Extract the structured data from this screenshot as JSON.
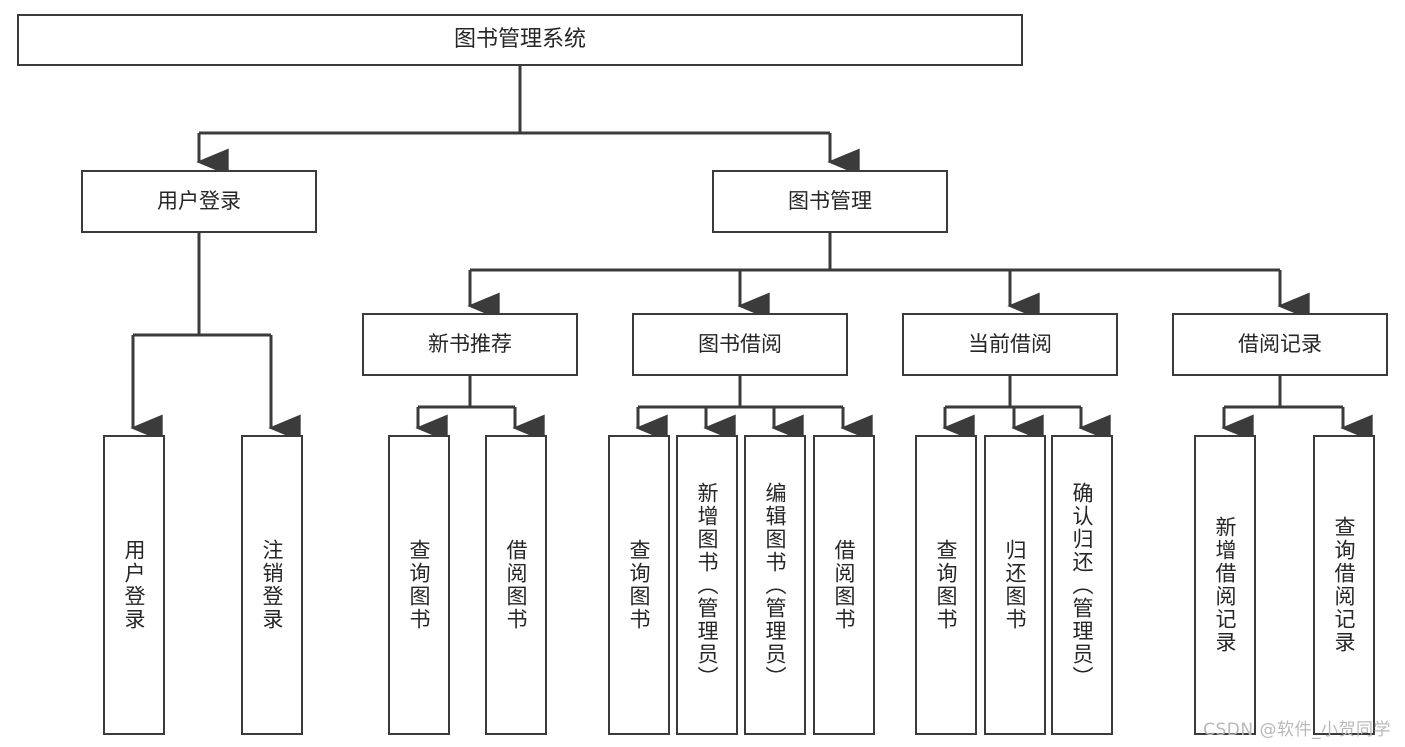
{
  "diagram": {
    "title": "图书管理系统",
    "type": "tree-hierarchy",
    "orientation": "top-down",
    "watermark": "CSDN @软件_小贺同学",
    "colors": {
      "box_border": "#3b3b3b",
      "box_fill": "#ffffff",
      "edge": "#3b3b3b",
      "text": "#262626",
      "watermark": "#b9b9b9",
      "background": "#ffffff"
    },
    "root": {
      "label": "图书管理系统"
    },
    "level2": [
      {
        "id": "user-login",
        "label": "用户登录"
      },
      {
        "id": "book-management",
        "label": "图书管理"
      }
    ],
    "level3": [
      {
        "id": "new-book-recommend",
        "label": "新书推荐",
        "parent": "book-management"
      },
      {
        "id": "book-borrow",
        "label": "图书借阅",
        "parent": "book-management"
      },
      {
        "id": "current-borrow",
        "label": "当前借阅",
        "parent": "book-management"
      },
      {
        "id": "borrow-record",
        "label": "借阅记录",
        "parent": "book-management"
      }
    ],
    "leaves": [
      {
        "id": "leaf-user-login",
        "label": "用户登录",
        "parent": "user-login"
      },
      {
        "id": "leaf-logout-login",
        "label": "注销登录",
        "parent": "user-login"
      },
      {
        "id": "leaf-query-book-1",
        "label": "查询图书",
        "parent": "new-book-recommend"
      },
      {
        "id": "leaf-borrow-book-1",
        "label": "借阅图书",
        "parent": "new-book-recommend"
      },
      {
        "id": "leaf-query-book-2",
        "label": "查询图书",
        "parent": "book-borrow"
      },
      {
        "id": "leaf-add-book",
        "label": "新增图书（管理员）",
        "parent": "book-borrow"
      },
      {
        "id": "leaf-edit-book",
        "label": "编辑图书（管理员）",
        "parent": "book-borrow"
      },
      {
        "id": "leaf-borrow-book-2",
        "label": "借阅图书",
        "parent": "book-borrow"
      },
      {
        "id": "leaf-query-book-3",
        "label": "查询图书",
        "parent": "current-borrow"
      },
      {
        "id": "leaf-return-book",
        "label": "归还图书",
        "parent": "current-borrow"
      },
      {
        "id": "leaf-confirm-return",
        "label": "确认归还（管理员）",
        "parent": "current-borrow"
      },
      {
        "id": "leaf-add-record",
        "label": "新增借阅记录",
        "parent": "borrow-record"
      },
      {
        "id": "leaf-query-record",
        "label": "查询借阅记录",
        "parent": "borrow-record"
      }
    ]
  }
}
